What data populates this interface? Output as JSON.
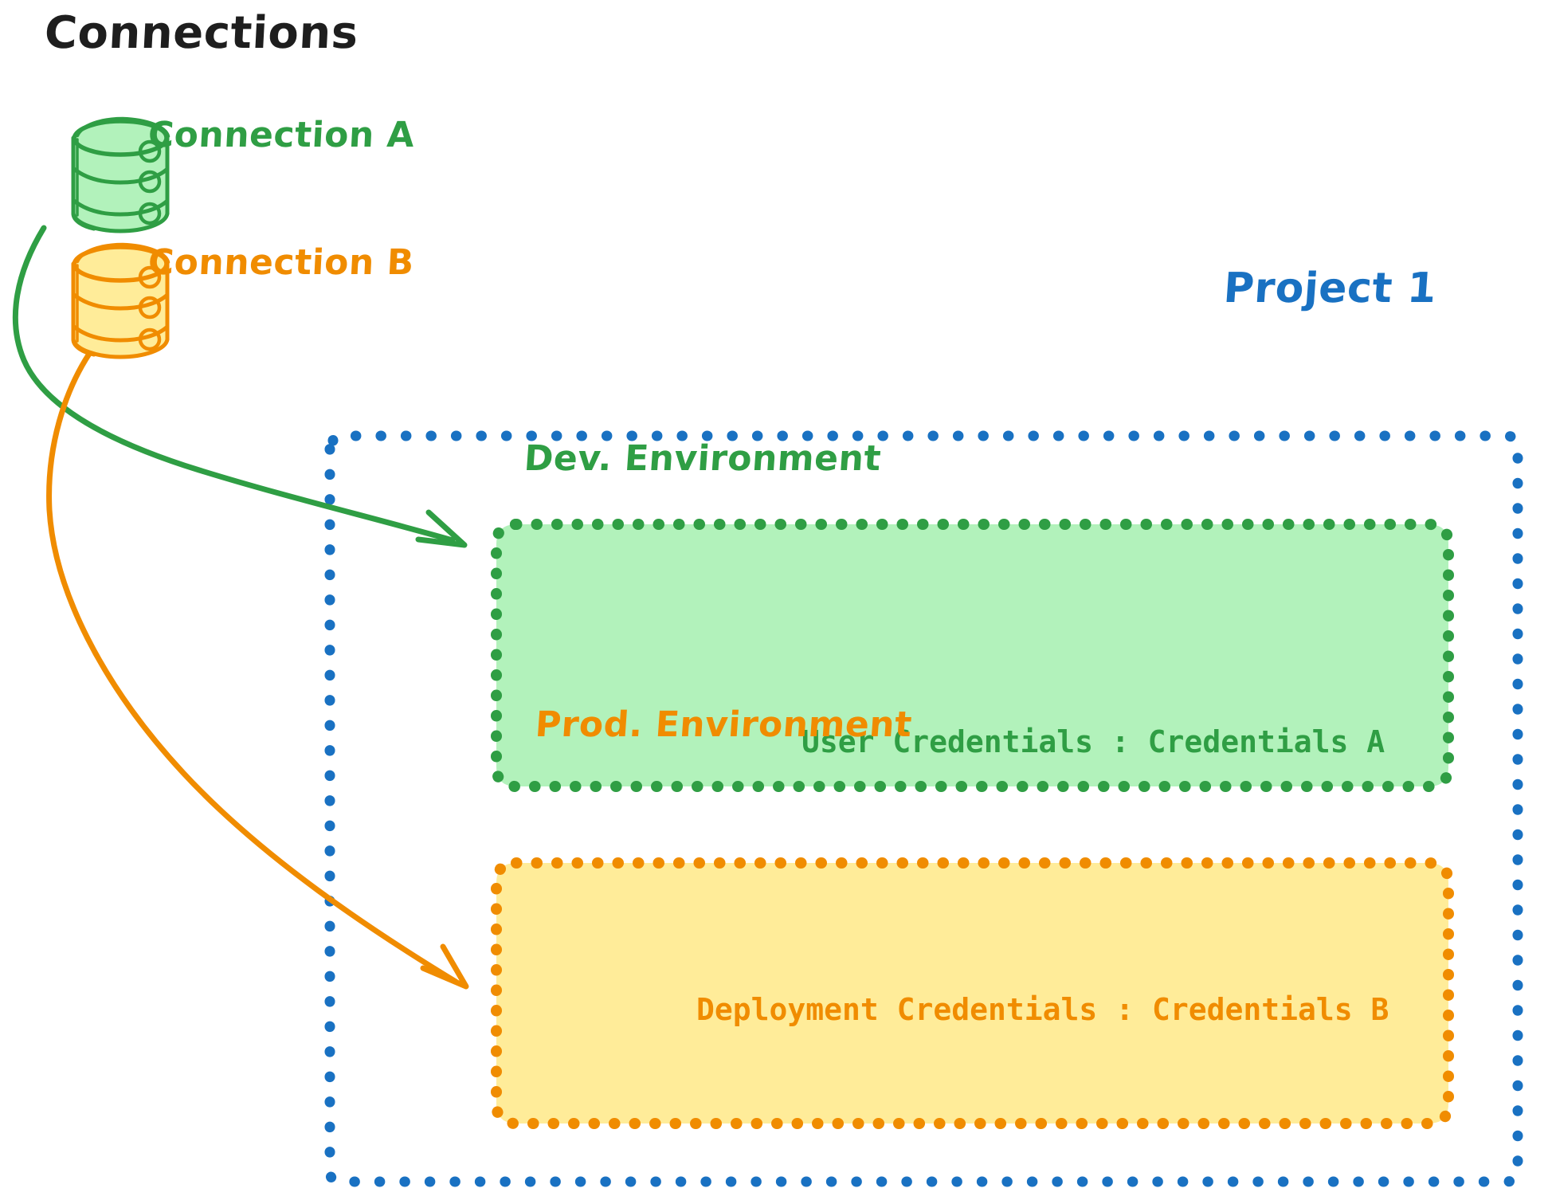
{
  "page": {
    "title": "Connections",
    "background": "#ffffff"
  },
  "colors": {
    "green_stroke": "#2f9e44",
    "green_fill": "#b2f2bb",
    "orange_stroke": "#f08c00",
    "orange_fill": "#ffec99",
    "blue_stroke": "#1971c2",
    "text_dark": "#1e1e1e"
  },
  "connections": {
    "heading": "Connections",
    "items": [
      {
        "label": "Connection A",
        "color": "#2f9e44",
        "icon": "database-cylinder-icon"
      },
      {
        "label": "Connection B",
        "color": "#f08c00",
        "icon": "database-cylinder-icon"
      }
    ]
  },
  "project": {
    "title": "Project 1",
    "color": "#1971c2",
    "environments": [
      {
        "name": "Dev. Environment",
        "credential_label": "User Credentials : Credentials A",
        "stroke": "#2f9e44",
        "fill": "#b2f2bb"
      },
      {
        "name": "Prod. Environment",
        "credential_label": "Deployment Credentials : Credentials B",
        "stroke": "#f08c00",
        "fill": "#ffec99"
      }
    ]
  },
  "arrows": [
    {
      "name": "arrow-connection-a-to-dev",
      "from": "Connection A",
      "to": "Dev. Environment",
      "color": "#2f9e44"
    },
    {
      "name": "arrow-connection-b-to-prod",
      "from": "Connection B",
      "to": "Prod. Environment",
      "color": "#f08c00"
    }
  ]
}
